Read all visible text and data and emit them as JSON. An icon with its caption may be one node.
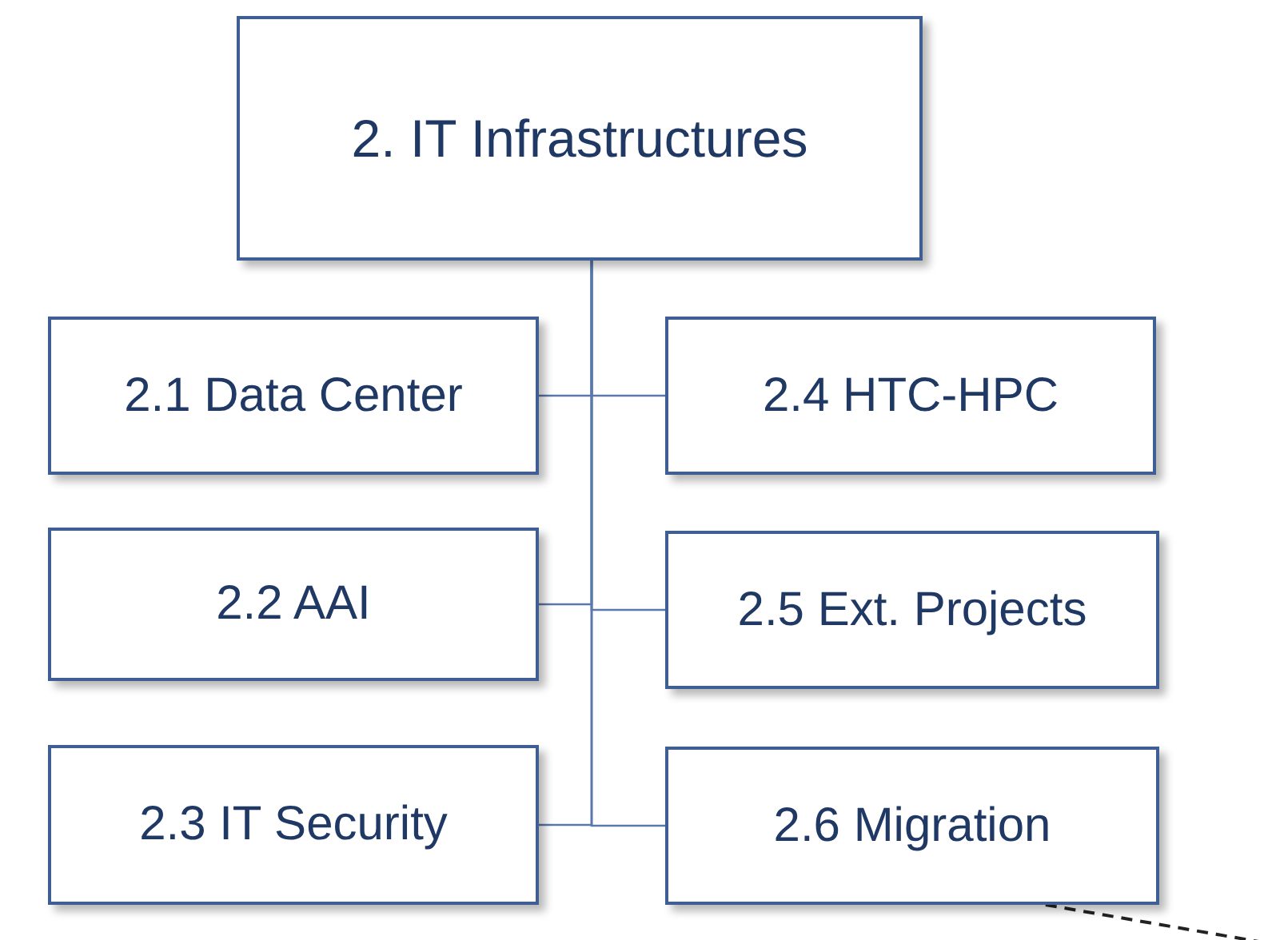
{
  "diagram": {
    "nodes": [
      {
        "text": [
          "2. IT Infrastructures"
        ]
      },
      {
        "text": [
          "2.1 Data Center"
        ]
      },
      {
        "text": [
          "2.2 AAI"
        ]
      },
      {
        "text": [
          "2.3 IT Security"
        ]
      },
      {
        "text": [
          "2.4 HTC-HPC"
        ]
      },
      {
        "text": [
          "2.5 Ext. Projects"
        ]
      },
      {
        "text": [
          "2.6 Migration"
        ]
      }
    ],
    "edges": [
      {
        "from": 0,
        "to": 1,
        "arrow": "none"
      },
      {
        "from": 0,
        "to": 2,
        "arrow": "none"
      },
      {
        "from": 0,
        "to": 3,
        "arrow": "none"
      },
      {
        "from": 0,
        "to": 4,
        "arrow": "none"
      },
      {
        "from": 0,
        "to": 5,
        "arrow": "none"
      },
      {
        "from": 0,
        "to": 6,
        "arrow": "none"
      },
      {
        "from": 6,
        "to": null,
        "arrow": "none",
        "style": "dashed",
        "color": "#222222"
      }
    ]
  }
}
